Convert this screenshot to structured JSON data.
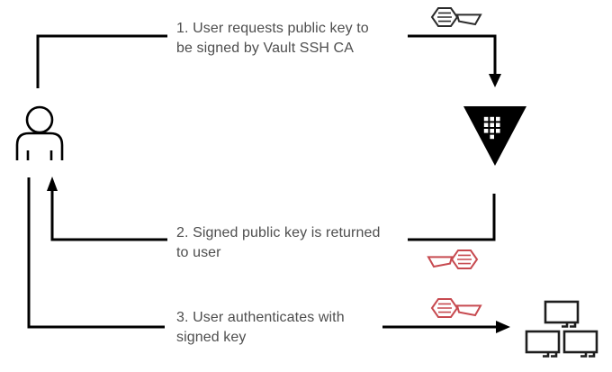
{
  "steps": [
    {
      "text": "1. User requests public key to be signed by Vault SSH CA",
      "lines": [
        "1. User requests public key to",
        "be signed by Vault SSH CA"
      ]
    },
    {
      "text": "2. Signed public key is returned to user",
      "lines": [
        "2. Signed public key is returned",
        "to user"
      ]
    },
    {
      "text": "3. User authenticates with signed key",
      "lines": [
        "3. User authenticates with",
        "signed key"
      ]
    }
  ],
  "icons": {
    "user": "person-icon",
    "vault": "vault-triangle-logo",
    "request_key": "key-icon-dark",
    "return_key": "key-icon-red-left",
    "auth_key": "key-icon-red-right",
    "hosts": "monitor-icons"
  },
  "colors": {
    "line": "#000000",
    "text": "#4e4e4e",
    "red": "#c74a50",
    "dark": "#2b2b2b"
  }
}
